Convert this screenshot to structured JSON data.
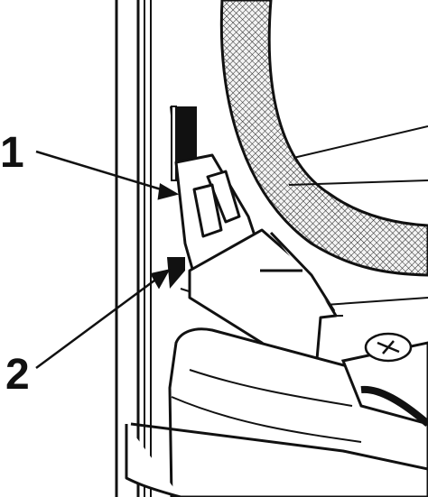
{
  "callouts": [
    {
      "label": "1"
    },
    {
      "label": "2"
    }
  ],
  "colors": {
    "ink": "#111111",
    "background": "#ffffff",
    "gasket_fill": "#f2f2f2"
  },
  "parts": {
    "gasket": "door-seal",
    "hinge": "door-hinge",
    "screw": "phillips-screw"
  }
}
